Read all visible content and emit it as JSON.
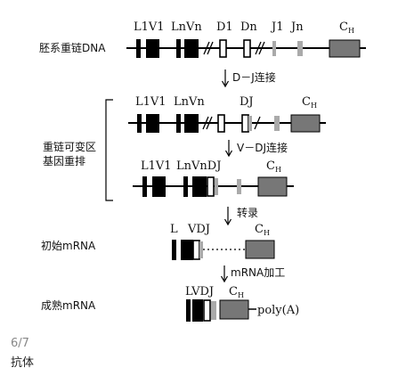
{
  "labels": {
    "germline": "胚系重链DNA",
    "rearrange_line1": "重链可变区",
    "rearrange_line2": "基因重排",
    "primary_mrna": "初始mRNA",
    "mature_mrna": "成熟mRNA"
  },
  "steps": {
    "dj": "D－J连接",
    "vdj": "V－DJ连接",
    "transcription": "转录",
    "processing": "mRNA加工"
  },
  "segments": {
    "row1": {
      "l1v1": "L1V1",
      "lnvn": "LnVn",
      "d1": "D1",
      "dn": "Dn",
      "j1": "J1",
      "jn": "Jn",
      "c": "C",
      "c_sub": "H"
    },
    "row2": {
      "l1v1": "L1V1",
      "lnvn": "LnVn",
      "dj": "DJ",
      "c": "C",
      "c_sub": "H"
    },
    "row3": {
      "l1v1": "L1V1",
      "lnvndj": "LnVnDJ",
      "c": "C",
      "c_sub": "H"
    },
    "row4": {
      "l": "L",
      "vdj": "VDJ",
      "c": "C",
      "c_sub": "H"
    },
    "row5": {
      "lvdj": "LVDJ",
      "c": "C",
      "c_sub": "H",
      "polya": "poly(A)"
    }
  },
  "footer": {
    "page": "6/7",
    "caption": "抗体"
  }
}
